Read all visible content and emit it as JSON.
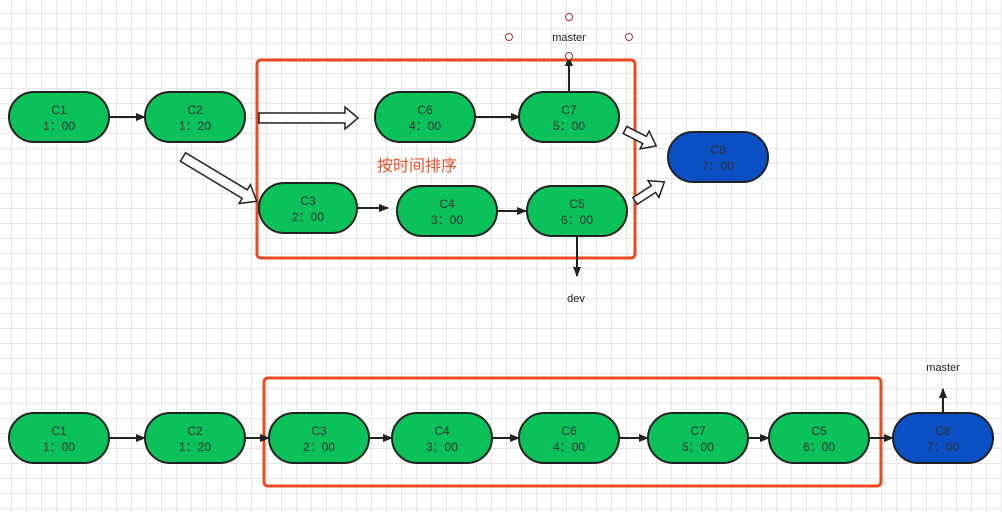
{
  "colors": {
    "commit_fill": "#0bc15a",
    "merge_fill": "#0a4fc4",
    "stroke": "#222222",
    "highlight": "#e94a1f",
    "annotation": "#e8512a"
  },
  "top_diagram": {
    "commits": [
      {
        "id": "C1",
        "time": "1：00",
        "kind": "commit"
      },
      {
        "id": "C2",
        "time": "1：20",
        "kind": "commit"
      },
      {
        "id": "C6",
        "time": "4：00",
        "kind": "commit"
      },
      {
        "id": "C7",
        "time": "5：00",
        "kind": "commit"
      },
      {
        "id": "C3",
        "time": "2：00",
        "kind": "commit"
      },
      {
        "id": "C4",
        "time": "3：00",
        "kind": "commit"
      },
      {
        "id": "C5",
        "time": "6：00",
        "kind": "commit"
      },
      {
        "id": "C8",
        "time": "7：00",
        "kind": "merge"
      }
    ],
    "branches": {
      "master": "master",
      "dev": "dev"
    },
    "annotation": "按时间排序"
  },
  "bottom_diagram": {
    "commits": [
      {
        "id": "C1",
        "time": "1：00",
        "kind": "commit"
      },
      {
        "id": "C2",
        "time": "1：20",
        "kind": "commit"
      },
      {
        "id": "C3",
        "time": "2：00",
        "kind": "commit"
      },
      {
        "id": "C4",
        "time": "3：00",
        "kind": "commit"
      },
      {
        "id": "C6",
        "time": "4：00",
        "kind": "commit"
      },
      {
        "id": "C7",
        "time": "5：00",
        "kind": "commit"
      },
      {
        "id": "C5",
        "time": "6：00",
        "kind": "commit"
      },
      {
        "id": "C8",
        "time": "7：00",
        "kind": "merge"
      }
    ],
    "branches": {
      "master": "master"
    }
  }
}
